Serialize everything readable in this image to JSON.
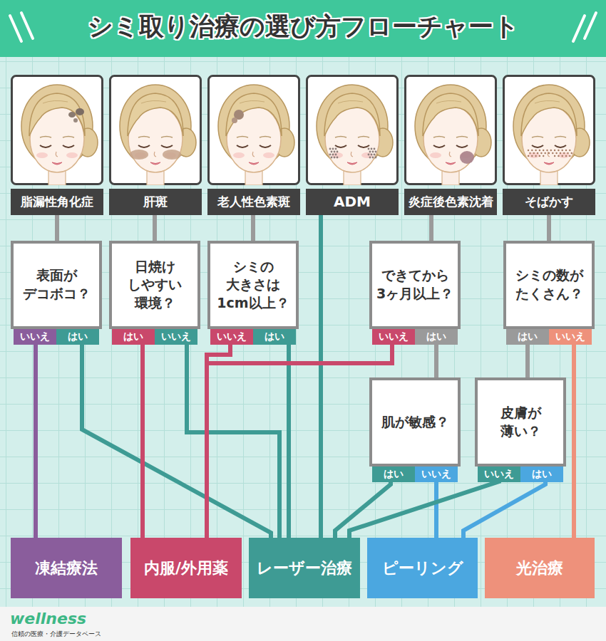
{
  "diagram": {
    "title": "シミ取り治療の選び方フローチャート",
    "nodes": [
      {
        "text": [
          "脂漏性角化症"
        ]
      },
      {
        "text": [
          "肝斑"
        ]
      },
      {
        "text": [
          "老人性色素斑"
        ]
      },
      {
        "text": [
          "ADM"
        ]
      },
      {
        "text": [
          "炎症後色素沈着"
        ]
      },
      {
        "text": [
          "そばかす"
        ]
      },
      {
        "text": [
          "表面が デコボコ？"
        ]
      },
      {
        "text": [
          "日焼け しやすい 環境？"
        ]
      },
      {
        "text": [
          "シミの 大きさは 1cm以上？"
        ]
      },
      {
        "text": [
          "できてから 3ヶ月以上？"
        ]
      },
      {
        "text": [
          "シミの数が たくさん？"
        ]
      },
      {
        "text": [
          "肌が敏感？"
        ]
      },
      {
        "text": [
          "皮膚が 薄い？"
        ]
      },
      {
        "text": [
          "凍結療法"
        ]
      },
      {
        "text": [
          "内服/外用薬"
        ]
      },
      {
        "text": [
          "レーザー治療"
        ]
      },
      {
        "text": [
          "ピーリング"
        ]
      },
      {
        "text": [
          "光治療"
        ]
      }
    ],
    "edges": [
      {
        "from": 0,
        "to": 6,
        "arrow": "none"
      },
      {
        "from": 1,
        "to": 7,
        "arrow": "none"
      },
      {
        "from": 2,
        "to": 8,
        "arrow": "none"
      },
      {
        "from": 3,
        "to": 15,
        "arrow": "none"
      },
      {
        "from": 4,
        "to": 9,
        "arrow": "none"
      },
      {
        "from": 5,
        "to": 10,
        "arrow": "none"
      },
      {
        "from": 6,
        "to": 13,
        "label": "いいえ",
        "arrow": "none"
      },
      {
        "from": 6,
        "to": 15,
        "label": "はい",
        "arrow": "none"
      },
      {
        "from": 7,
        "to": 14,
        "label": "はい",
        "arrow": "none"
      },
      {
        "from": 7,
        "to": 15,
        "label": "いいえ",
        "arrow": "none"
      },
      {
        "from": 8,
        "to": 14,
        "label": "いいえ",
        "arrow": "none"
      },
      {
        "from": 8,
        "to": 15,
        "label": "はい",
        "arrow": "none"
      },
      {
        "from": 9,
        "to": 14,
        "label": "いいえ",
        "arrow": "none"
      },
      {
        "from": 9,
        "to": 11,
        "label": "はい",
        "arrow": "none"
      },
      {
        "from": 10,
        "to": 12,
        "label": "はい",
        "arrow": "none"
      },
      {
        "from": 10,
        "to": 17,
        "label": "いいえ",
        "arrow": "none"
      },
      {
        "from": 11,
        "to": 15,
        "label": "はい",
        "arrow": "none"
      },
      {
        "from": 11,
        "to": 16,
        "label": "いいえ",
        "arrow": "none"
      },
      {
        "from": 12,
        "to": 15,
        "label": "いいえ",
        "arrow": "none"
      },
      {
        "from": 12,
        "to": 16,
        "label": "はい",
        "arrow": "none"
      }
    ],
    "labels": [
      "wellness",
      "信頼の医療・介護データベース"
    ]
  }
}
